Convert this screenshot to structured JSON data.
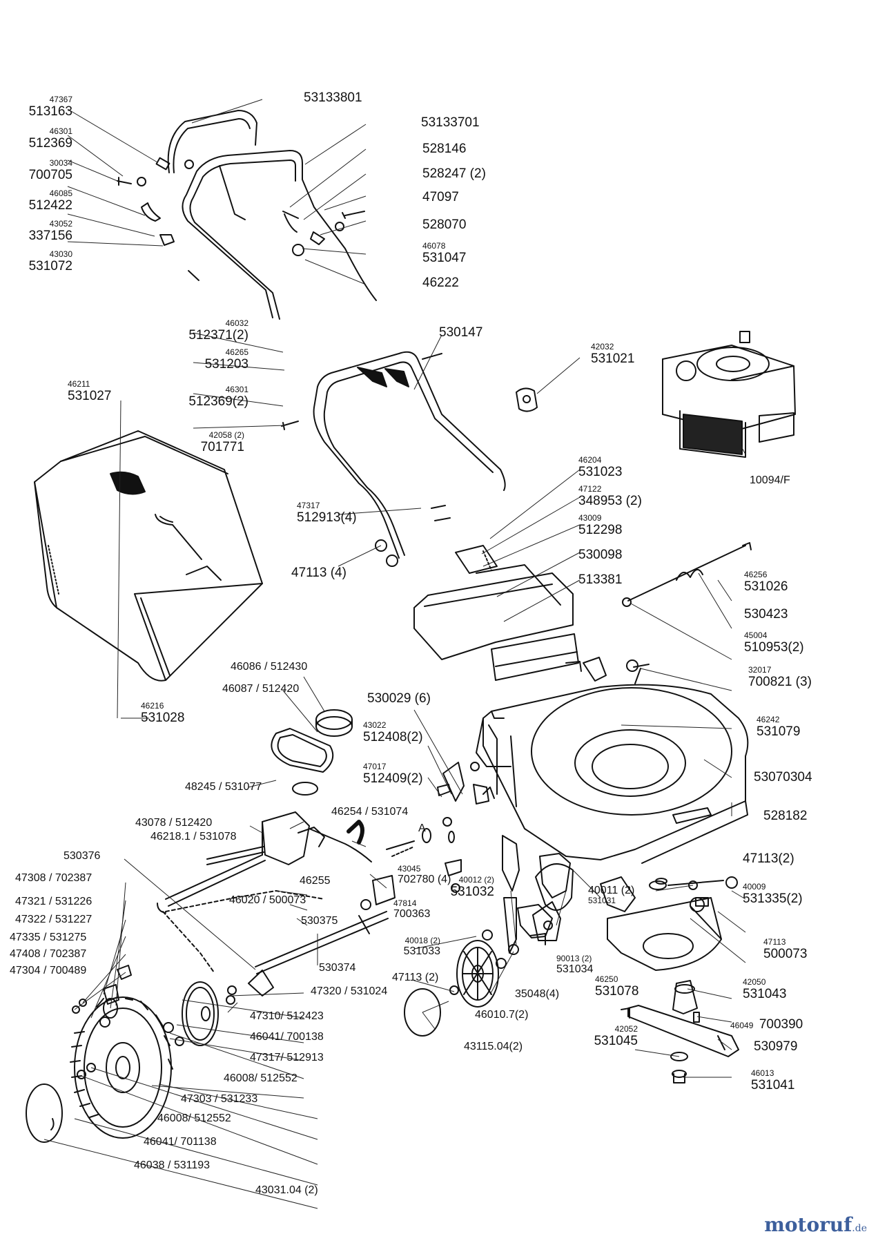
{
  "watermark": "motoruf",
  "watermark_tld": ".de",
  "colors": {
    "ink": "#111111",
    "brand": "#3d5f9c"
  },
  "labels": {
    "p47367": {
      "small": "47367",
      "big": "513163"
    },
    "p46301a": {
      "small": "46301",
      "big": "512369"
    },
    "p30034": {
      "small": "30034",
      "big": "700705"
    },
    "p46085": {
      "small": "46085",
      "big": "512422"
    },
    "p43052": {
      "small": "43052",
      "big": "337156"
    },
    "p43030": {
      "small": "43030",
      "big": "531072"
    },
    "p53133801": {
      "big": "53133801"
    },
    "p53133701": {
      "big": "53133701"
    },
    "p528146": {
      "big": "528146"
    },
    "p528247": {
      "big": "528247 (2)"
    },
    "p47097": {
      "big": "47097"
    },
    "p528070": {
      "big": "528070"
    },
    "p46078": {
      "small": "46078",
      "big": "531047"
    },
    "p46222": {
      "big": "46222"
    },
    "p46032": {
      "small": "46032",
      "big": "512371(2)"
    },
    "p46265": {
      "small": "46265",
      "big": "531203"
    },
    "p46301b": {
      "small": "46301",
      "big": "512369(2)"
    },
    "p42058": {
      "small": "42058 (2)",
      "big": "701771"
    },
    "p530147": {
      "big": "530147"
    },
    "p42032": {
      "small": "42032",
      "big": "531021"
    },
    "p46211": {
      "small": "46211",
      "big": "531027"
    },
    "p10094": {
      "single": "10094/F"
    },
    "p46204": {
      "small": "46204",
      "big": "531023"
    },
    "p47122": {
      "small": "47122",
      "big": "348953 (2)"
    },
    "p43009": {
      "small": "43009",
      "big": "512298"
    },
    "p530098": {
      "big": "530098"
    },
    "p513381": {
      "big": "513381"
    },
    "p47317a": {
      "small": "47317",
      "big": "512913(4)"
    },
    "p47113a": {
      "big": "47113 (4)"
    },
    "p46256": {
      "small": "46256",
      "big": "531026"
    },
    "p530423": {
      "big": "530423"
    },
    "p45004": {
      "small": "45004",
      "big": "510953(2)"
    },
    "p32017": {
      "small": "32017",
      "big": "700821 (3)"
    },
    "p46216": {
      "small": "46216",
      "big": "531028"
    },
    "p46086": {
      "single": "46086 / 512430"
    },
    "p46087": {
      "single": "46087 / 512420"
    },
    "p530029": {
      "big": "530029 (6)"
    },
    "p43022": {
      "small": "43022",
      "big": "512408(2)"
    },
    "p47017": {
      "small": "47017",
      "big": "512409(2)"
    },
    "p46242": {
      "small": "46242",
      "big": "531079"
    },
    "p53070304": {
      "big": "53070304"
    },
    "p528182": {
      "big": "528182"
    },
    "p48245": {
      "single": "48245 / 531077"
    },
    "p43078": {
      "single": "43078 / 512420"
    },
    "p46218": {
      "single": "46218.1 / 531078"
    },
    "p46254": {
      "single": "46254 / 531074"
    },
    "pA": {
      "single": "A"
    },
    "p530376": {
      "single": "530376"
    },
    "p47308": {
      "single": "47308 / 702387"
    },
    "p47321": {
      "single": "47321 / 531226"
    },
    "p47322": {
      "single": "47322 / 531227"
    },
    "p47335": {
      "single": "47335 / 531275"
    },
    "p47408": {
      "single": "47408 / 702387"
    },
    "p47304": {
      "single": "47304 / 700489"
    },
    "p46255": {
      "single": "46255"
    },
    "p43045": {
      "small": "43045",
      "single": "702780 (4)"
    },
    "p46020": {
      "single": "46020 / 500073"
    },
    "p47814": {
      "small": "47814",
      "single": "700363"
    },
    "p530375": {
      "single": "530375"
    },
    "p530374": {
      "single": "530374"
    },
    "p40012": {
      "small": "40012 (2)",
      "big": "531032"
    },
    "p40011": {
      "single": "40011 (2)",
      "small": "531031"
    },
    "p47113b": {
      "big": "47113(2)"
    },
    "p40009": {
      "small": "40009",
      "big": "531335(2)"
    },
    "p40018": {
      "small": "40018 (2)",
      "single": "531033"
    },
    "p90013": {
      "small": "90013 (2)",
      "single": "531034"
    },
    "p47113c": {
      "small": "47113",
      "big": "500073"
    },
    "p47320": {
      "single": "47320 / 531024"
    },
    "p47310": {
      "single": "47310/ 512423"
    },
    "p46041a": {
      "single": "46041/ 700138"
    },
    "p47317b": {
      "single": "47317/ 512913"
    },
    "p46008a": {
      "single": "46008/ 512552"
    },
    "p47303": {
      "single": "47303 / 531233"
    },
    "p46008b": {
      "single": "46008/ 512552"
    },
    "p46041b": {
      "single": "46041/ 701138"
    },
    "p46038": {
      "single": "46038 / 531193"
    },
    "p43031": {
      "single": "43031.04  (2)"
    },
    "p47113d": {
      "single": "47113 (2)"
    },
    "p35048": {
      "single": "35048(4)"
    },
    "p46010": {
      "single": "46010.7(2)"
    },
    "p43115": {
      "single": "43115.04(2)"
    },
    "p46250": {
      "small": "46250",
      "big": "531078"
    },
    "p42050": {
      "small": "42050",
      "big": "531043"
    },
    "p46049": {
      "small": "46049",
      "big": "700390"
    },
    "p42052": {
      "small": "42052",
      "big": "531045"
    },
    "p530979": {
      "big": "530979"
    },
    "p46013": {
      "small": "46013",
      "big": "531041"
    }
  }
}
